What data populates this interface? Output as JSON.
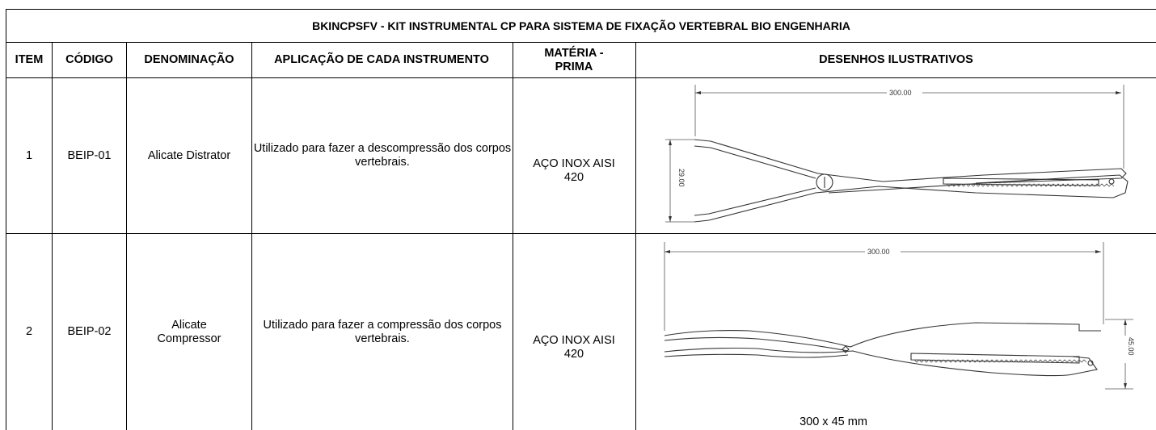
{
  "table": {
    "title": "BKINCPSFV - KIT INSTRUMENTAL CP PARA SISTEMA DE FIXAÇÃO VERTEBRAL BIO ENGENHARIA",
    "headers": {
      "item": "ITEM",
      "codigo": "CÓDIGO",
      "denominacao": "DENOMINAÇÃO",
      "aplicacao": "APLICAÇÃO DE CADA INSTRUMENTO",
      "materia": "MATÉRIA - PRIMA",
      "desenhos": "DESENHOS ILUSTRATIVOS"
    },
    "rows": [
      {
        "item": "1",
        "codigo": "BEIP-01",
        "denominacao": "Alicate Distrator",
        "aplicacao": "Utilizado para fazer a descompressão dos corpos vertebrais.",
        "materia": "AÇO INOX AISI 420",
        "drawing": {
          "icon": "plier-distractor-drawing",
          "dim_length": "300.00",
          "dim_height": "29.00",
          "caption": ""
        }
      },
      {
        "item": "2",
        "codigo": "BEIP-02",
        "denominacao": "Alicate Compressor",
        "aplicacao": "Utilizado para fazer a compressão dos corpos vertebrais.",
        "materia": "AÇO INOX AISI 420",
        "drawing": {
          "icon": "plier-compressor-drawing",
          "dim_length": "300.00",
          "dim_height": "45.00",
          "caption": "300 x 45 mm"
        }
      }
    ]
  }
}
